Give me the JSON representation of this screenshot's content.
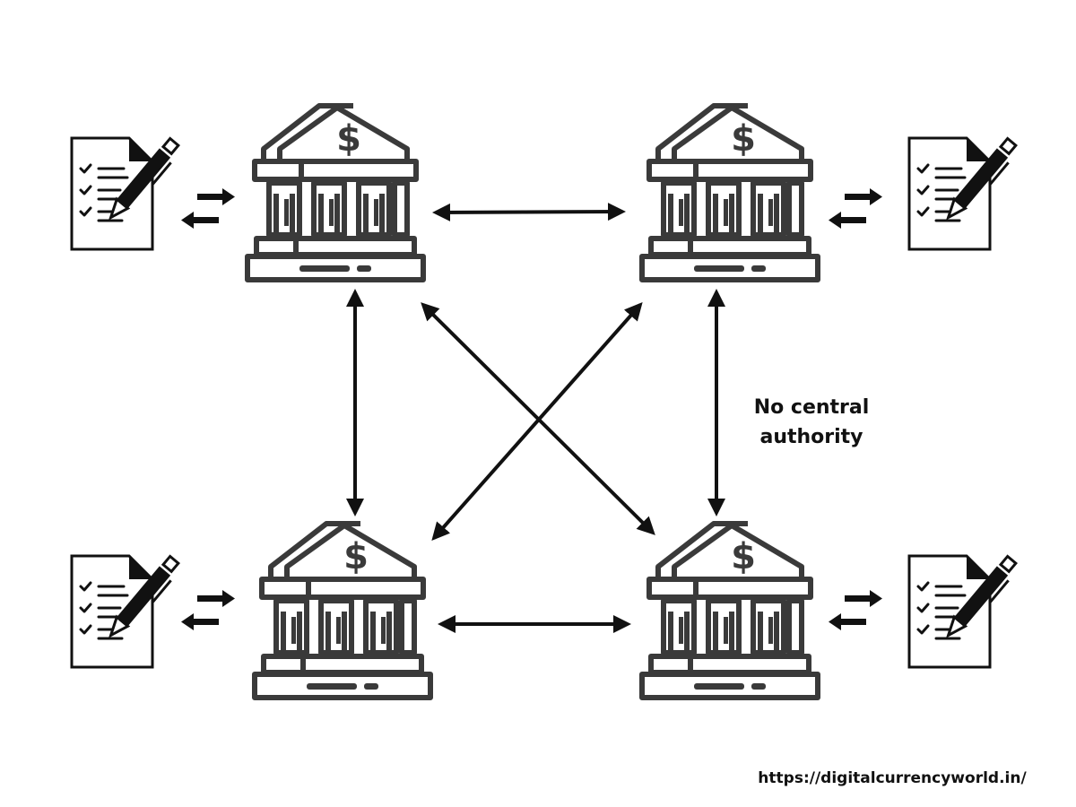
{
  "diagram": {
    "annotation": [
      "No central",
      "authority"
    ],
    "source_url": "https://digitalcurrencyworld.in/",
    "icons": {
      "bank": "bank-building-dollar-icon",
      "document": "document-checklist-pen-icon",
      "exchange": "exchange-arrows-icon"
    },
    "colors": {
      "stroke": "#111111",
      "bank_stroke": "#3a3a3a",
      "background": "#ffffff"
    },
    "nodes": [
      {
        "id": "bank-top-left",
        "type": "bank"
      },
      {
        "id": "bank-top-right",
        "type": "bank"
      },
      {
        "id": "bank-bottom-left",
        "type": "bank"
      },
      {
        "id": "bank-bottom-right",
        "type": "bank"
      }
    ],
    "edges": [
      {
        "from": "bank-top-left",
        "to": "bank-top-right",
        "direction": "both"
      },
      {
        "from": "bank-bottom-left",
        "to": "bank-bottom-right",
        "direction": "both"
      },
      {
        "from": "bank-top-left",
        "to": "bank-bottom-left",
        "direction": "both"
      },
      {
        "from": "bank-top-right",
        "to": "bank-bottom-right",
        "direction": "both"
      },
      {
        "from": "bank-top-left",
        "to": "bank-bottom-right",
        "direction": "both"
      },
      {
        "from": "bank-top-right",
        "to": "bank-bottom-left",
        "direction": "both"
      }
    ]
  }
}
